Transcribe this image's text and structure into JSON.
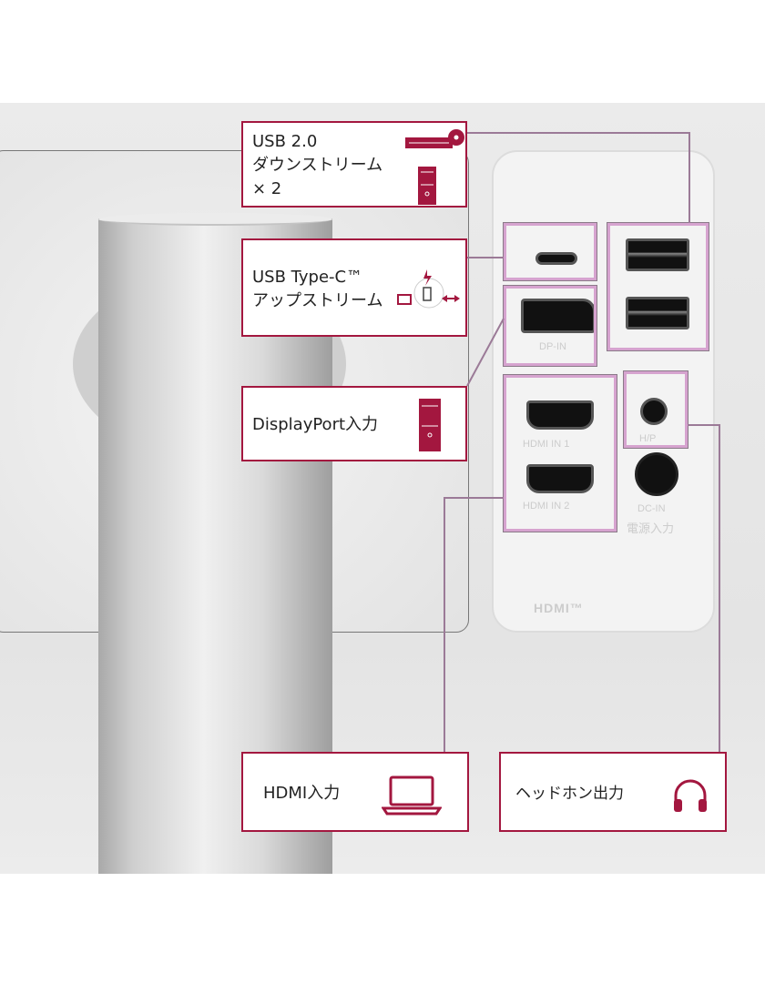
{
  "callouts": {
    "usb2": {
      "line1": "USB 2.0",
      "line2": "ダウンストリーム",
      "line3": "× 2",
      "icons": [
        "usb-device-icon",
        "pc-tower-icon"
      ]
    },
    "typec": {
      "line1": "USB Type-C™",
      "line2": "アップストリーム",
      "icons": [
        "monitor-icon",
        "power-bolt-icon",
        "usb-plug-icon",
        "data-arrows-icon"
      ]
    },
    "dp": {
      "label": "DisplayPort入力",
      "icons": [
        "pc-tower-icon"
      ]
    },
    "hdmi": {
      "label": "HDMI入力",
      "icons": [
        "laptop-icon"
      ]
    },
    "headphone": {
      "label": "ヘッドホン出力",
      "icons": [
        "headphones-icon"
      ]
    }
  },
  "port_labels": {
    "dp": "DP-IN",
    "hdmi1": "HDMI IN 1",
    "hdmi2": "HDMI IN 2",
    "hp": "H/P",
    "dc": "DC-IN",
    "dc_jp": "電源入力",
    "logo": "HDMI™"
  },
  "colors": {
    "accent": "#a3173f",
    "highlight": "#d6a3cf"
  }
}
